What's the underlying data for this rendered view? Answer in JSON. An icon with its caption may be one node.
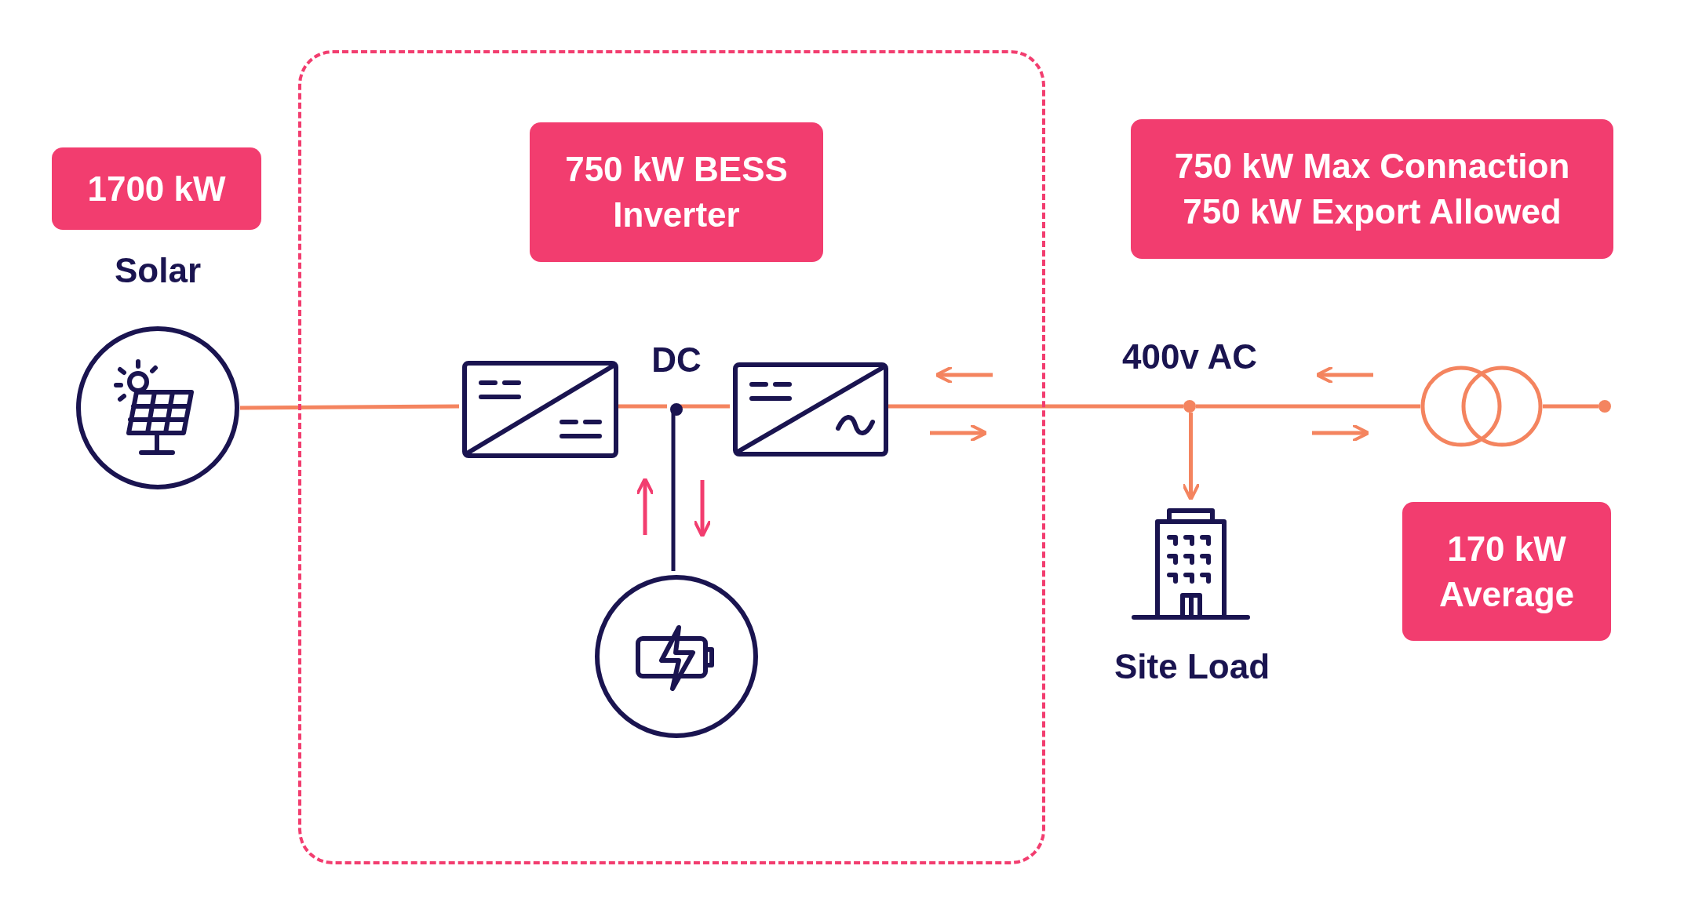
{
  "diagram": {
    "nodes": [
      {
        "text": [],
        "shape": "box"
      },
      {
        "text": [
          "1700 kW"
        ]
      },
      {
        "text": [
          "Solar"
        ]
      },
      {
        "text": [
          "750 kW BESS Inverter"
        ],
        "in": 0
      },
      {
        "text": [],
        "shape": "box",
        "in": 0
      },
      {
        "text": [
          "DC"
        ],
        "in": 0
      },
      {
        "text": [],
        "shape": "box",
        "in": 0
      },
      {
        "text": [],
        "shape": "picture",
        "in": 0
      },
      {
        "text": [
          "400v AC"
        ]
      },
      {
        "text": [
          "Site Load"
        ]
      },
      {
        "text": [],
        "shape": "circle"
      },
      {
        "text": [],
        "shape": "circle"
      },
      {
        "text": [
          "750 kW Max Connaction 750 kW Export Allowed"
        ]
      },
      {
        "text": [
          "170 kW Average"
        ]
      }
    ],
    "edges": [
      {
        "from": 2,
        "to": 4,
        "arrow": "none"
      },
      {
        "from": 4,
        "to": 5,
        "arrow": "none"
      },
      {
        "from": 5,
        "to": 6,
        "arrow": "none"
      },
      {
        "from": 5,
        "to": 7,
        "arrow": "none",
        "color": "#1a1450"
      },
      {
        "from": 6,
        "to": 8,
        "arrow": "none"
      },
      {
        "from": 8,
        "to": 9,
        "arrow": "to"
      },
      {
        "from": 8,
        "to": 10,
        "arrow": "none"
      },
      {
        "from": 10,
        "to": 11,
        "arrow": "none"
      }
    ]
  }
}
